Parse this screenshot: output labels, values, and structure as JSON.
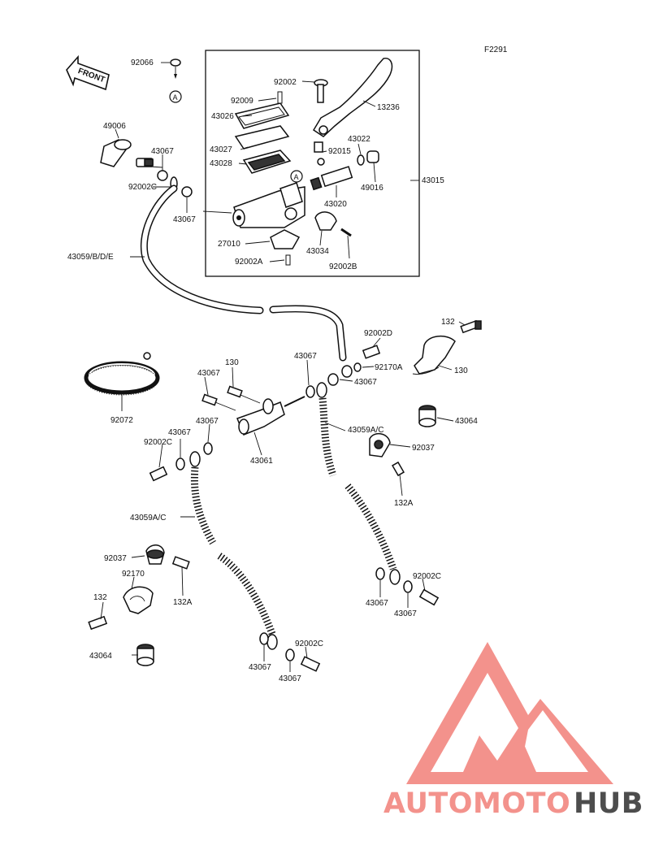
{
  "page": {
    "fig_code": "F2291",
    "front_arrow_label": "FRONT"
  },
  "callouts": [
    {
      "id": "92066",
      "text": "92066"
    },
    {
      "id": "92002-top",
      "text": "92002"
    },
    {
      "id": "92009",
      "text": "92009"
    },
    {
      "id": "13236",
      "text": "13236"
    },
    {
      "id": "43026",
      "text": "43026"
    },
    {
      "id": "49006",
      "text": "49006"
    },
    {
      "id": "43027",
      "text": "43027"
    },
    {
      "id": "43022",
      "text": "43022"
    },
    {
      "id": "43067-a",
      "text": "43067"
    },
    {
      "id": "92015",
      "text": "92015"
    },
    {
      "id": "43028",
      "text": "43028"
    },
    {
      "id": "43015",
      "text": "43015"
    },
    {
      "id": "92002C-a",
      "text": "92002C"
    },
    {
      "id": "49016",
      "text": "49016"
    },
    {
      "id": "43020",
      "text": "43020"
    },
    {
      "id": "43067-b",
      "text": "43067"
    },
    {
      "id": "27010",
      "text": "27010"
    },
    {
      "id": "43034",
      "text": "43034"
    },
    {
      "id": "43059BDE",
      "text": "43059/B/D/E"
    },
    {
      "id": "92002A",
      "text": "92002A"
    },
    {
      "id": "92002B",
      "text": "92002B"
    },
    {
      "id": "132-a",
      "text": "132"
    },
    {
      "id": "92002D",
      "text": "92002D"
    },
    {
      "id": "43067-c",
      "text": "43067"
    },
    {
      "id": "130-a",
      "text": "130"
    },
    {
      "id": "92170A",
      "text": "92170A"
    },
    {
      "id": "130-b",
      "text": "130"
    },
    {
      "id": "43067-d",
      "text": "43067"
    },
    {
      "id": "43067-e",
      "text": "43067"
    },
    {
      "id": "92072",
      "text": "92072"
    },
    {
      "id": "43067-f",
      "text": "43067"
    },
    {
      "id": "43064-a",
      "text": "43064"
    },
    {
      "id": "43067-g",
      "text": "43067"
    },
    {
      "id": "43059AC-a",
      "text": "43059A/C"
    },
    {
      "id": "92002C-b",
      "text": "92002C"
    },
    {
      "id": "92037-a",
      "text": "92037"
    },
    {
      "id": "43061",
      "text": "43061"
    },
    {
      "id": "132A-a",
      "text": "132A"
    },
    {
      "id": "43059AC-b",
      "text": "43059A/C"
    },
    {
      "id": "92037-b",
      "text": "92037"
    },
    {
      "id": "92170",
      "text": "92170"
    },
    {
      "id": "92002C-c",
      "text": "92002C"
    },
    {
      "id": "132-b",
      "text": "132"
    },
    {
      "id": "132A-b",
      "text": "132A"
    },
    {
      "id": "43067-h",
      "text": "43067"
    },
    {
      "id": "43067-i",
      "text": "43067"
    },
    {
      "id": "43064-b",
      "text": "43064"
    },
    {
      "id": "92002C-d",
      "text": "92002C"
    },
    {
      "id": "43067-j",
      "text": "43067"
    },
    {
      "id": "43067-k",
      "text": "43067"
    }
  ],
  "markers": [
    {
      "id": "ref-a-top",
      "text": "A"
    },
    {
      "id": "ref-a-body",
      "text": "A"
    }
  ],
  "watermark": {
    "brand_part1": "AUTOMOTO",
    "brand_part2": "HUB",
    "color_primary": "#f3928c",
    "color_accent": "#f7b97a",
    "color_dark": "#4d4d4d"
  }
}
